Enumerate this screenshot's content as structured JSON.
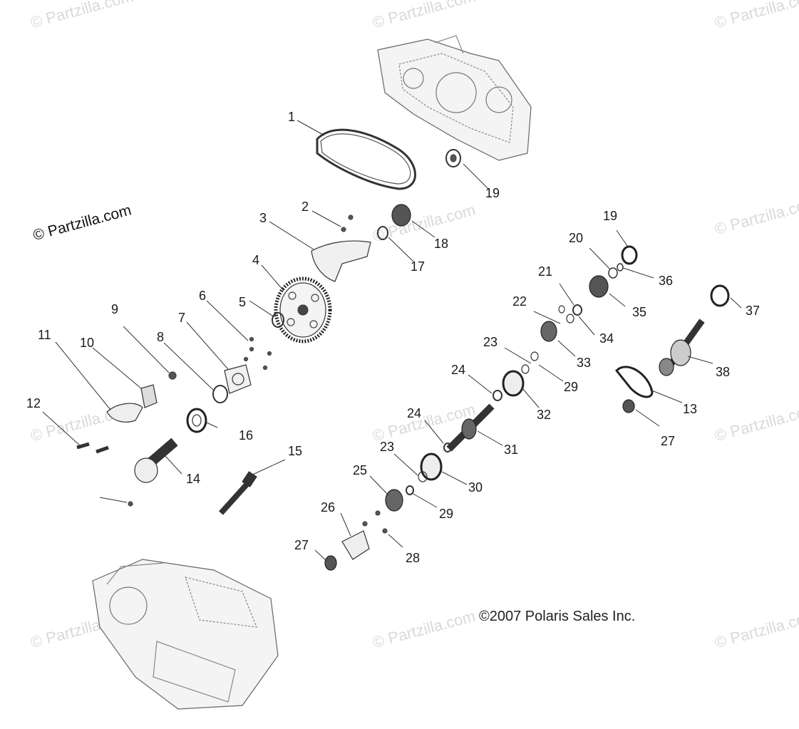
{
  "watermark": "© Partzilla.com",
  "corner_mark": "© Partzilla.com",
  "copyright": "©2007 Polaris Sales Inc.",
  "callouts": [
    "1",
    "2",
    "3",
    "4",
    "5",
    "6",
    "7",
    "8",
    "9",
    "10",
    "11",
    "12",
    "13",
    "14",
    "15",
    "16",
    "17",
    "18",
    "19",
    "20",
    "21",
    "22",
    "23",
    "24",
    "25",
    "26",
    "27",
    "28",
    "29",
    "30",
    "31",
    "32",
    "33",
    "34",
    "35",
    "36",
    "37",
    "38"
  ]
}
